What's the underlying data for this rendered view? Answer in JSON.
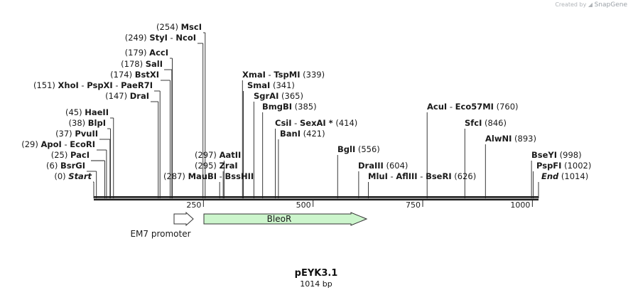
{
  "brand": {
    "prefix": "Created by",
    "name": "SnapGene"
  },
  "plasmid": {
    "name": "pEYK3.1",
    "length_label": "1014 bp"
  },
  "colors": {
    "bleor_fill": "#ccf5cc",
    "em7_fill": "#ffffff",
    "line": "#1a1a1a"
  },
  "ruler": {
    "ticks": [
      "250",
      "500",
      "750",
      "1000"
    ]
  },
  "sites": [
    {
      "id": "start",
      "left": "(0)",
      "name": "Start",
      "italic": true
    },
    {
      "id": "bsrgi",
      "left": "(6)",
      "name": "BsrGI"
    },
    {
      "id": "paci",
      "left": "(25)",
      "name": "PacI"
    },
    {
      "id": "apoi",
      "left": "(29)",
      "name": "ApoI",
      "name2": "EcoRI"
    },
    {
      "id": "pvuii",
      "left": "(37)",
      "name": "PvuII"
    },
    {
      "id": "blpi",
      "left": "(38)",
      "name": "BlpI"
    },
    {
      "id": "haeii",
      "left": "(45)",
      "name": "HaeII"
    },
    {
      "id": "maubi",
      "left": "(287)",
      "name": "MauBI",
      "name2": "BssHII"
    },
    {
      "id": "drai",
      "left": "(147)",
      "name": "DraI"
    },
    {
      "id": "xhoi",
      "left": "(151)",
      "name": "XhoI",
      "name2": "PspXI",
      "name3": "PaeR7I"
    },
    {
      "id": "bstxi",
      "left": "(174)",
      "name": "BstXI"
    },
    {
      "id": "sali",
      "left": "(178)",
      "name": "SalI"
    },
    {
      "id": "acci",
      "left": "(179)",
      "name": "AccI"
    },
    {
      "id": "styi",
      "left": "(249)",
      "name": "StyI",
      "name2": "NcoI"
    },
    {
      "id": "msci",
      "left": "(254)",
      "name": "MscI"
    },
    {
      "id": "zrai",
      "left": "(295)",
      "name": "ZraI"
    },
    {
      "id": "aatii",
      "left": "(297)",
      "name": "AatII"
    },
    {
      "id": "xmai",
      "name": "XmaI",
      "name2": "TspMI",
      "right": "(339)"
    },
    {
      "id": "smai",
      "name": "SmaI",
      "right": "(341)"
    },
    {
      "id": "sgrai",
      "name": "SgrAI",
      "right": "(365)"
    },
    {
      "id": "bmgbi",
      "name": "BmgBI",
      "right": "(385)"
    },
    {
      "id": "csii",
      "name": "CsiI",
      "name2": "SexAI *",
      "right": "(414)"
    },
    {
      "id": "bani",
      "name": "BanI",
      "right": "(421)"
    },
    {
      "id": "bgli",
      "name": "BglI",
      "right": "(556)"
    },
    {
      "id": "draiii",
      "name": "DraIII",
      "right": "(604)"
    },
    {
      "id": "mlui",
      "name": "MluI",
      "name2": "AflIII",
      "name3": "BseRI",
      "right": "(626)"
    },
    {
      "id": "acui",
      "name": "AcuI",
      "name2": "Eco57MI",
      "right": "(760)"
    },
    {
      "id": "sfci",
      "name": "SfcI",
      "right": "(846)"
    },
    {
      "id": "alwni",
      "name": "AlwNI",
      "right": "(893)"
    },
    {
      "id": "bseyi",
      "name": "BseYI",
      "right": "(998)"
    },
    {
      "id": "pspfi",
      "name": "PspFI",
      "right": "(1002)"
    },
    {
      "id": "end",
      "name": "End",
      "italic": true,
      "right": "(1014)"
    }
  ],
  "features": [
    {
      "id": "em7",
      "label": "EM7 promoter"
    },
    {
      "id": "bleor",
      "label": "BleoR"
    }
  ]
}
